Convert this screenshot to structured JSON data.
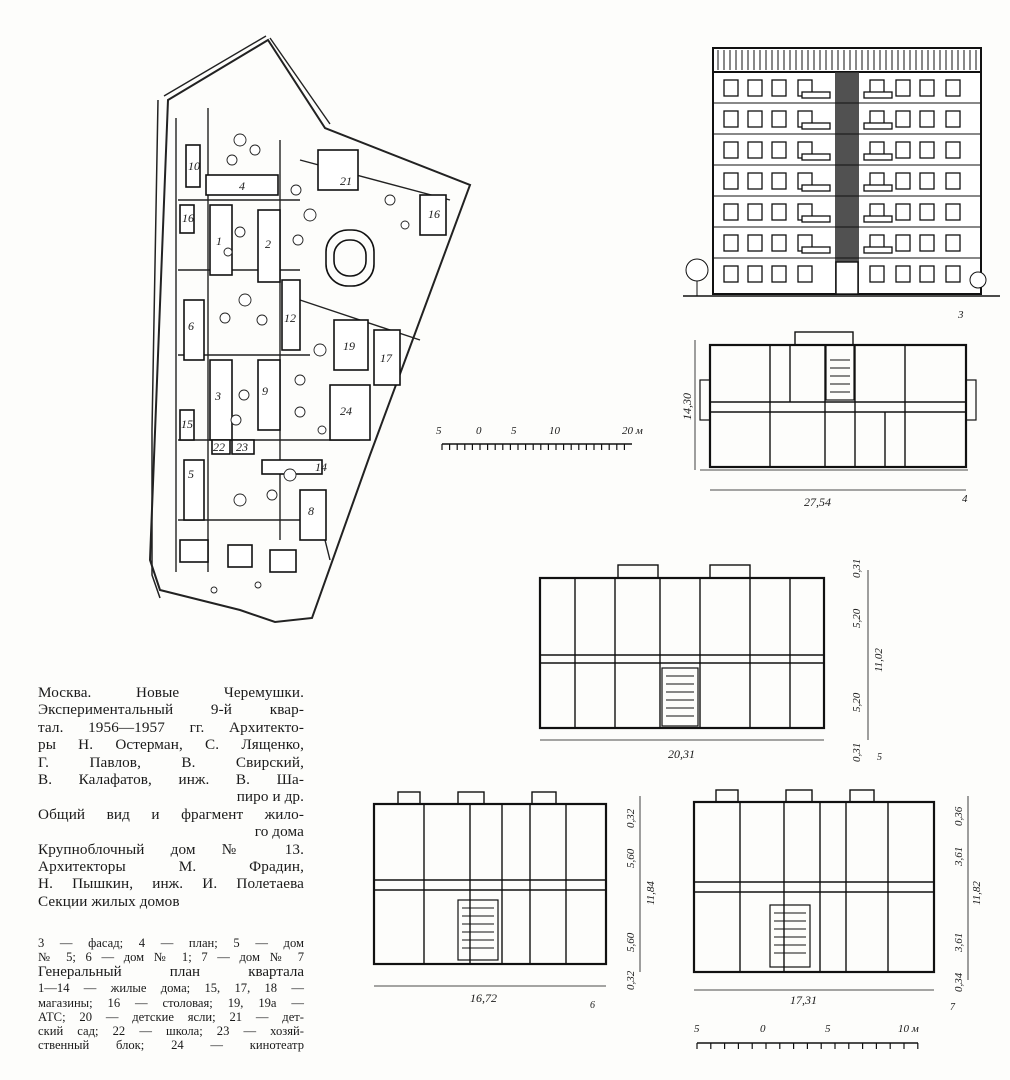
{
  "caption": {
    "lines": [
      "Москва. Новые Черемушки.",
      "Экспериментальный 9-й квар-",
      "тал. 1956—1957 гг. Архитекто-",
      "ры Н. Остерман, С. Лященко,",
      "Г. Павлов, В. Свирский,",
      "В. Калафатов, инж. В. Ша-",
      "пиро и др.",
      "Общий вид и фрагмент жило-",
      "го дома",
      "Крупноблочный дом № 13.",
      "Архитекторы М. Фрадин,",
      "Н. Пышкин, инж. И. Полетаева",
      "Секции жилых домов"
    ]
  },
  "legend": {
    "lines": [
      "3 — фасад; 4 — план; 5 — дом",
      "№ 5; 6 — дом № 1; 7 — дом № 7",
      "Генеральный план квартала",
      "1—14 — жилые дома; 15, 17, 18 —",
      "магазины; 16 — столовая; 19, 19а —",
      "АТС; 20 — детские ясли; 21 — дет-",
      "ский сад; 22 — школа; 23 — хозяй-",
      "ственный блок; 24 — кинотеатр"
    ]
  },
  "site_plan": {
    "building_numbers": [
      "4",
      "10",
      "16",
      "1",
      "2",
      "12",
      "6",
      "19",
      "17",
      "3",
      "9",
      "24",
      "15",
      "22",
      "23",
      "5",
      "14",
      "8",
      "21",
      "16"
    ]
  },
  "facade": {
    "label": "3"
  },
  "plan4": {
    "label": "4",
    "depth": "14,30",
    "length": "27,54"
  },
  "plan5": {
    "label": "5",
    "dims_right": [
      "0,31",
      "5,20",
      "11,02",
      "5,20"
    ],
    "dim_left": "0,31",
    "length": "20,31"
  },
  "plan6": {
    "label": "6",
    "dims_right": [
      "0,32",
      "5,60",
      "11,84",
      "5,60",
      "0,32"
    ],
    "length": "16,72"
  },
  "plan7": {
    "label": "7",
    "dims_right": [
      "0,36",
      "3,61",
      "11,82",
      "3,61",
      "0,34"
    ],
    "length": "17,31"
  },
  "scale_a": {
    "ticks": [
      "5",
      "0",
      "5",
      "10",
      "20 м"
    ]
  },
  "scale_b": {
    "ticks": [
      "5",
      "0",
      "5",
      "10 м"
    ]
  }
}
